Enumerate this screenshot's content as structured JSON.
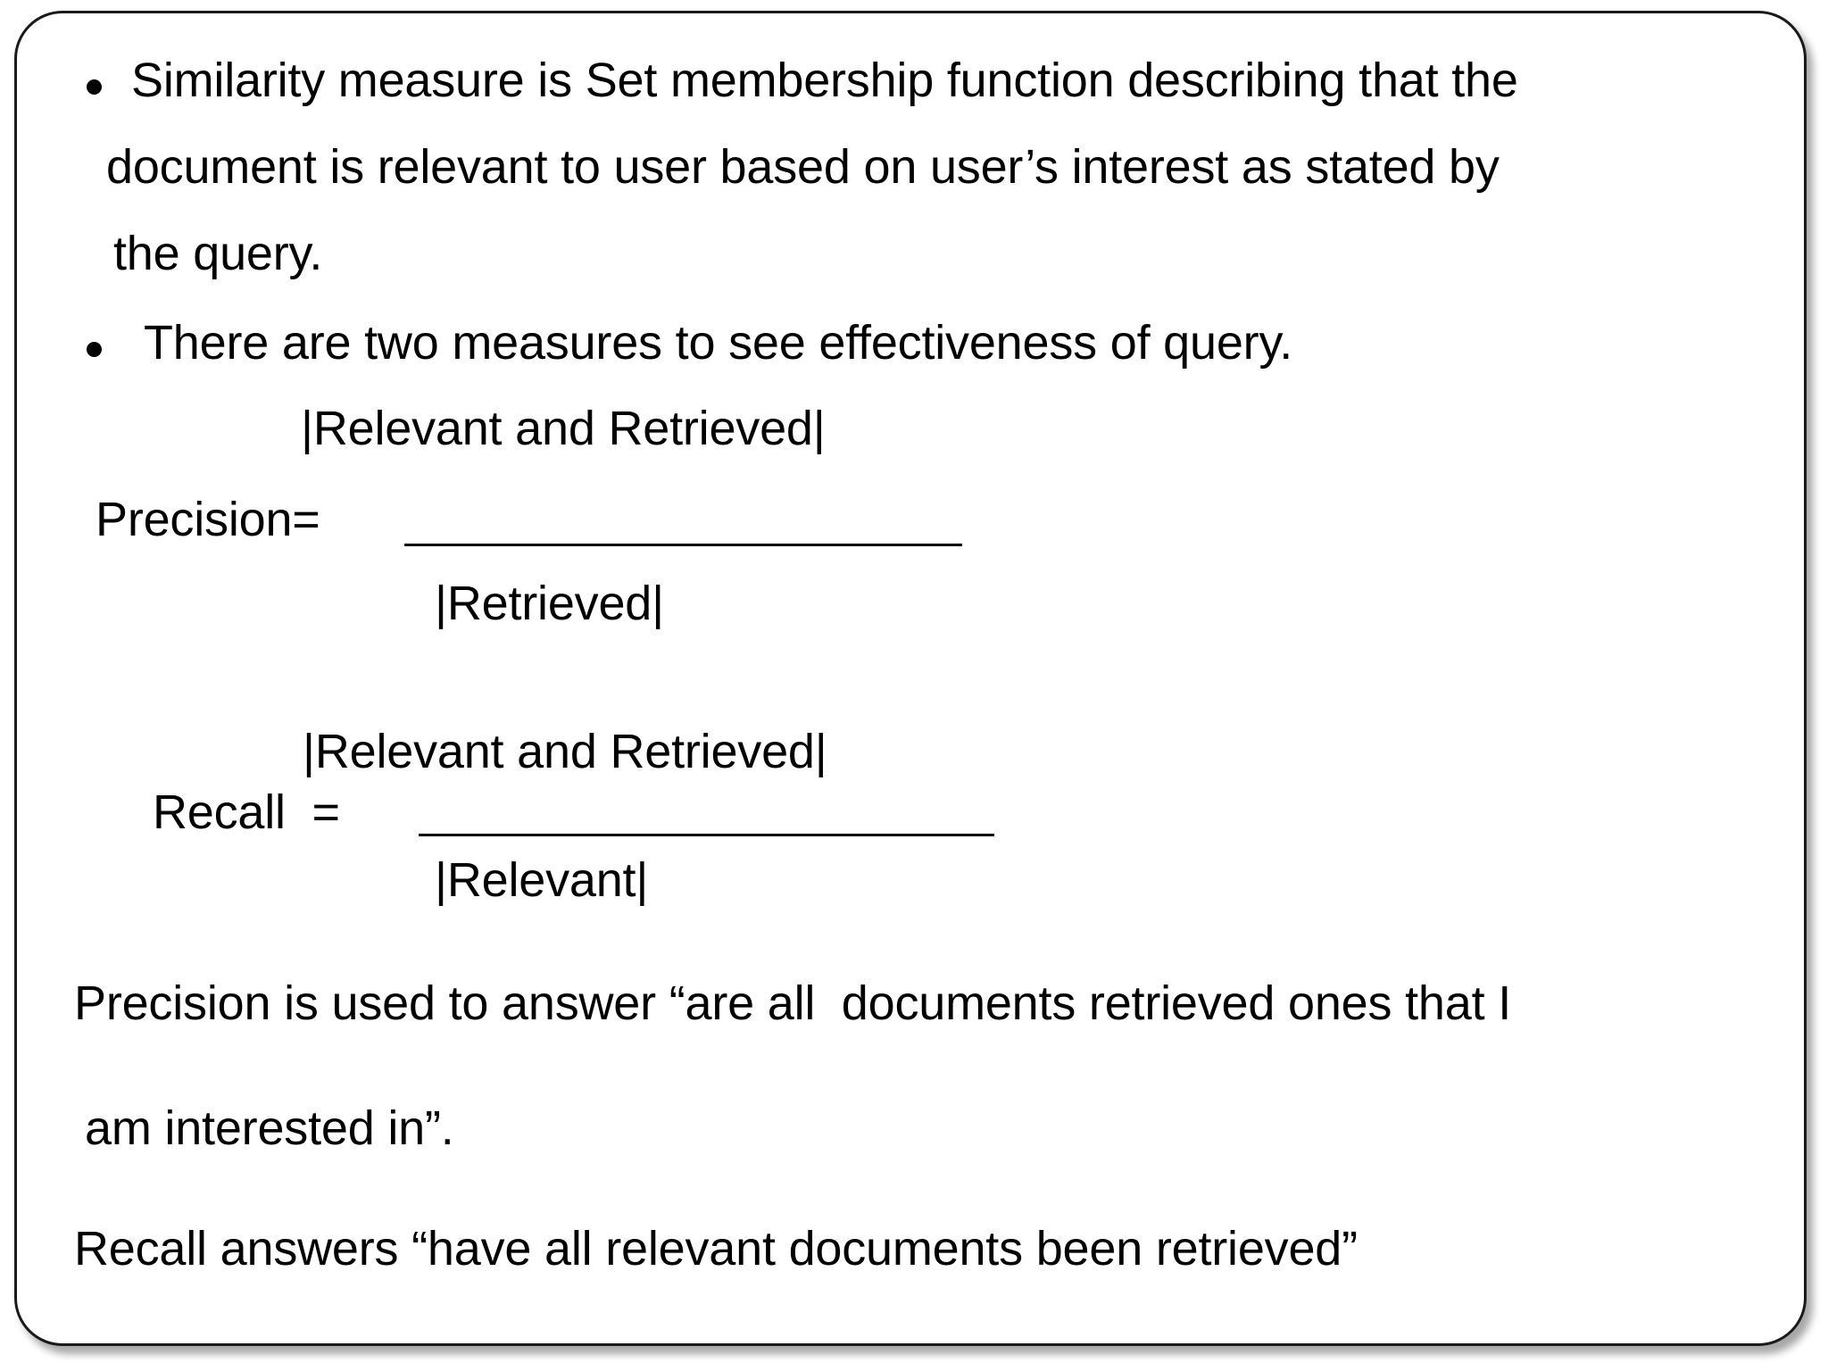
{
  "slide": {
    "bullets": [
      {
        "marker": "•",
        "lines": [
          "Similarity measure is Set membership function describing that the",
          "document is relevant to user based on user’s interest as stated by",
          "the query."
        ]
      },
      {
        "marker": "•",
        "lines": [
          "There are two measures to see effectiveness of query."
        ]
      }
    ],
    "formulas": [
      {
        "name": "precision-formula",
        "label": "Precision=",
        "numerator": "|Relevant and Retrieved|",
        "denominator": "|Retrieved|"
      },
      {
        "name": "recall-formula",
        "label": "Recall  =",
        "numerator": "|Relevant and Retrieved|",
        "denominator": "|Relevant|"
      }
    ],
    "notes": [
      "Precision is used to answer “are all  documents retrieved ones that I",
      "am interested in”.",
      "Recall answers “have all relevant documents been retrieved”"
    ]
  },
  "colors": {
    "text": "#000000",
    "background": "#ffffff",
    "border": "#1a1a1a"
  }
}
